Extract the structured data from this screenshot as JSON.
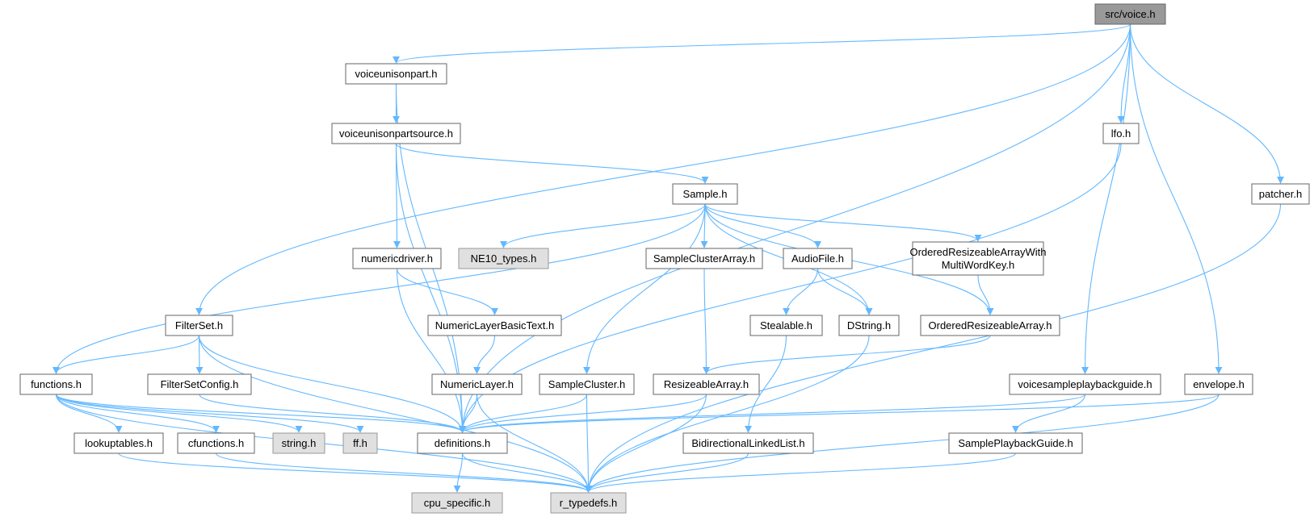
{
  "diagram": {
    "type": "include-dependency-graph",
    "colors": {
      "edge": "#63b8ff",
      "node_border": "#666666",
      "root_fill": "#999999",
      "external_fill": "#e0e0e0",
      "node_fill": "#ffffff"
    },
    "nodes": [
      {
        "id": "voice",
        "label": "src/voice.h",
        "style": "root"
      },
      {
        "id": "voiceunisonpart",
        "label": "voiceunisonpart.h",
        "style": "normal"
      },
      {
        "id": "voiceunisonpartsource",
        "label": "voiceunisonpartsource.h",
        "style": "normal"
      },
      {
        "id": "lfo",
        "label": "lfo.h",
        "style": "normal"
      },
      {
        "id": "patcher",
        "label": "patcher.h",
        "style": "normal"
      },
      {
        "id": "sample",
        "label": "Sample.h",
        "style": "normal"
      },
      {
        "id": "numericdriver",
        "label": "numericdriver.h",
        "style": "normal"
      },
      {
        "id": "ne10",
        "label": "NE10_types.h",
        "style": "external"
      },
      {
        "id": "sampleclusterarray",
        "label": "SampleClusterArray.h",
        "style": "normal"
      },
      {
        "id": "audiofile",
        "label": "AudioFile.h",
        "style": "normal"
      },
      {
        "id": "orderedmwk",
        "label": "OrderedResizeableArrayWith\nMultiWordKey.h",
        "style": "normal"
      },
      {
        "id": "filterset",
        "label": "FilterSet.h",
        "style": "normal"
      },
      {
        "id": "numericlayerbasictext",
        "label": "NumericLayerBasicText.h",
        "style": "normal"
      },
      {
        "id": "stealable",
        "label": "Stealable.h",
        "style": "normal"
      },
      {
        "id": "dstring",
        "label": "DString.h",
        "style": "normal"
      },
      {
        "id": "orderedresizeable",
        "label": "OrderedResizeableArray.h",
        "style": "normal"
      },
      {
        "id": "functions",
        "label": "functions.h",
        "style": "normal"
      },
      {
        "id": "filtersetconfig",
        "label": "FilterSetConfig.h",
        "style": "normal"
      },
      {
        "id": "numericlayer",
        "label": "NumericLayer.h",
        "style": "normal"
      },
      {
        "id": "samplecluster",
        "label": "SampleCluster.h",
        "style": "normal"
      },
      {
        "id": "resizeablearray",
        "label": "ResizeableArray.h",
        "style": "normal"
      },
      {
        "id": "voicesampleplaybackguide",
        "label": "voicesampleplaybackguide.h",
        "style": "normal"
      },
      {
        "id": "envelope",
        "label": "envelope.h",
        "style": "normal"
      },
      {
        "id": "lookuptables",
        "label": "lookuptables.h",
        "style": "normal"
      },
      {
        "id": "cfunctions",
        "label": "cfunctions.h",
        "style": "normal"
      },
      {
        "id": "string",
        "label": "string.h",
        "style": "external"
      },
      {
        "id": "ff",
        "label": "ff.h",
        "style": "external"
      },
      {
        "id": "definitions",
        "label": "definitions.h",
        "style": "normal"
      },
      {
        "id": "bidirlinkedlist",
        "label": "BidirectionalLinkedList.h",
        "style": "normal"
      },
      {
        "id": "sampleplaybackguide",
        "label": "SamplePlaybackGuide.h",
        "style": "normal"
      },
      {
        "id": "cpuspecific",
        "label": "cpu_specific.h",
        "style": "external"
      },
      {
        "id": "rtypedefs",
        "label": "r_typedefs.h",
        "style": "external"
      }
    ],
    "edges": [
      [
        "voice",
        "voiceunisonpart"
      ],
      [
        "voice",
        "filterset"
      ],
      [
        "voice",
        "definitions"
      ],
      [
        "voice",
        "lfo"
      ],
      [
        "voice",
        "voicesampleplaybackguide"
      ],
      [
        "voice",
        "envelope"
      ],
      [
        "voice",
        "patcher"
      ],
      [
        "voiceunisonpart",
        "voiceunisonpartsource"
      ],
      [
        "voiceunisonpart",
        "definitions"
      ],
      [
        "voiceunisonpartsource",
        "sample"
      ],
      [
        "voiceunisonpartsource",
        "numericdriver"
      ],
      [
        "voiceunisonpartsource",
        "definitions"
      ],
      [
        "lfo",
        "definitions"
      ],
      [
        "patcher",
        "rtypedefs"
      ],
      [
        "sample",
        "ne10"
      ],
      [
        "sample",
        "functions"
      ],
      [
        "sample",
        "samplecluster"
      ],
      [
        "sample",
        "sampleclusterarray"
      ],
      [
        "sample",
        "audiofile"
      ],
      [
        "sample",
        "dstring"
      ],
      [
        "sample",
        "orderedmwk"
      ],
      [
        "sample",
        "orderedresizeable"
      ],
      [
        "numericdriver",
        "definitions"
      ],
      [
        "numericdriver",
        "numericlayerbasictext"
      ],
      [
        "numericlayerbasictext",
        "numericlayer"
      ],
      [
        "numericlayer",
        "definitions"
      ],
      [
        "numericlayer",
        "rtypedefs"
      ],
      [
        "sampleclusterarray",
        "resizeablearray"
      ],
      [
        "audiofile",
        "stealable"
      ],
      [
        "audiofile",
        "dstring"
      ],
      [
        "orderedmwk",
        "orderedresizeable"
      ],
      [
        "orderedresizeable",
        "resizeablearray"
      ],
      [
        "stealable",
        "bidirlinkedlist"
      ],
      [
        "dstring",
        "rtypedefs"
      ],
      [
        "filterset",
        "functions"
      ],
      [
        "filterset",
        "filtersetconfig"
      ],
      [
        "filterset",
        "definitions"
      ],
      [
        "filterset",
        "rtypedefs"
      ],
      [
        "functions",
        "lookuptables"
      ],
      [
        "functions",
        "cfunctions"
      ],
      [
        "functions",
        "string"
      ],
      [
        "functions",
        "ff"
      ],
      [
        "functions",
        "definitions"
      ],
      [
        "functions",
        "rtypedefs"
      ],
      [
        "filtersetconfig",
        "definitions"
      ],
      [
        "samplecluster",
        "definitions"
      ],
      [
        "samplecluster",
        "rtypedefs"
      ],
      [
        "resizeablearray",
        "definitions"
      ],
      [
        "resizeablearray",
        "rtypedefs"
      ],
      [
        "voicesampleplaybackguide",
        "definitions"
      ],
      [
        "voicesampleplaybackguide",
        "sampleplaybackguide"
      ],
      [
        "envelope",
        "definitions"
      ],
      [
        "envelope",
        "rtypedefs"
      ],
      [
        "lookuptables",
        "rtypedefs"
      ],
      [
        "cfunctions",
        "rtypedefs"
      ],
      [
        "definitions",
        "cpuspecific"
      ],
      [
        "definitions",
        "rtypedefs"
      ],
      [
        "bidirlinkedlist",
        "rtypedefs"
      ],
      [
        "sampleplaybackguide",
        "rtypedefs"
      ]
    ]
  }
}
